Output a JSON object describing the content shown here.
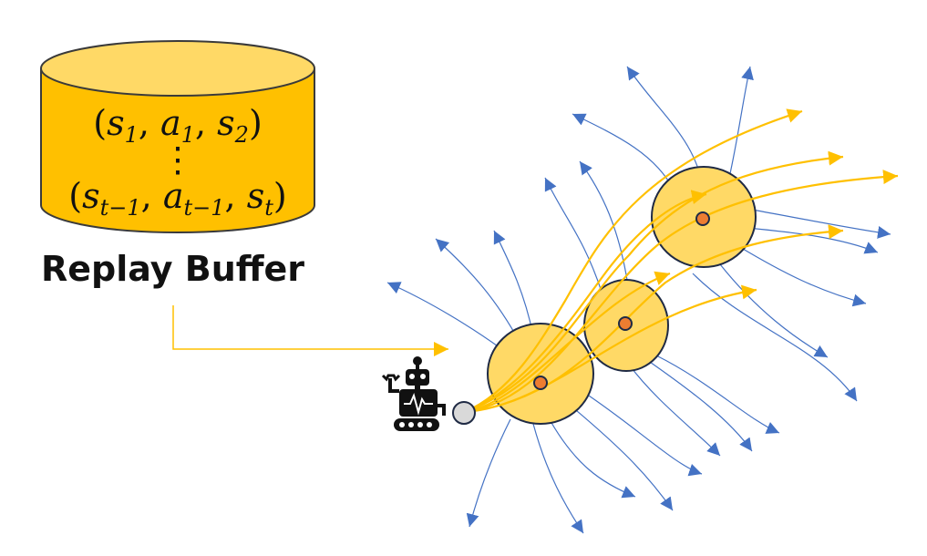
{
  "buffer": {
    "line1": {
      "lp": "(",
      "s": "s",
      "s_sub": "1",
      "c1": ", ",
      "a": "a",
      "a_sub": "1",
      "c2": ", ",
      "s2": "s",
      "s2_sub": "2",
      "rp": ")"
    },
    "vdots": "⋮",
    "line2": {
      "lp": "(",
      "s": "s",
      "s_sub": "t−1",
      "c1": ", ",
      "a": "a",
      "a_sub": "t−1",
      "c2": ", ",
      "s2": "s",
      "s2_sub": "t",
      "rp": ")"
    },
    "label": "Replay Buffer"
  },
  "agent": {
    "icon": "robot-icon"
  },
  "colors": {
    "cylinder_fill": "#ffc000",
    "cylinder_top": "#ffd966",
    "cylinder_stroke": "#3a3a3a",
    "state_fill": "#ffd966",
    "state_stroke": "#1f2a44",
    "state_center": "#ed7d31",
    "yellow_arrow": "#ffc000",
    "buffer_arrow": "#ffc000",
    "blue_arrow": "#4472c4",
    "start_node": "#d9d9d9"
  }
}
